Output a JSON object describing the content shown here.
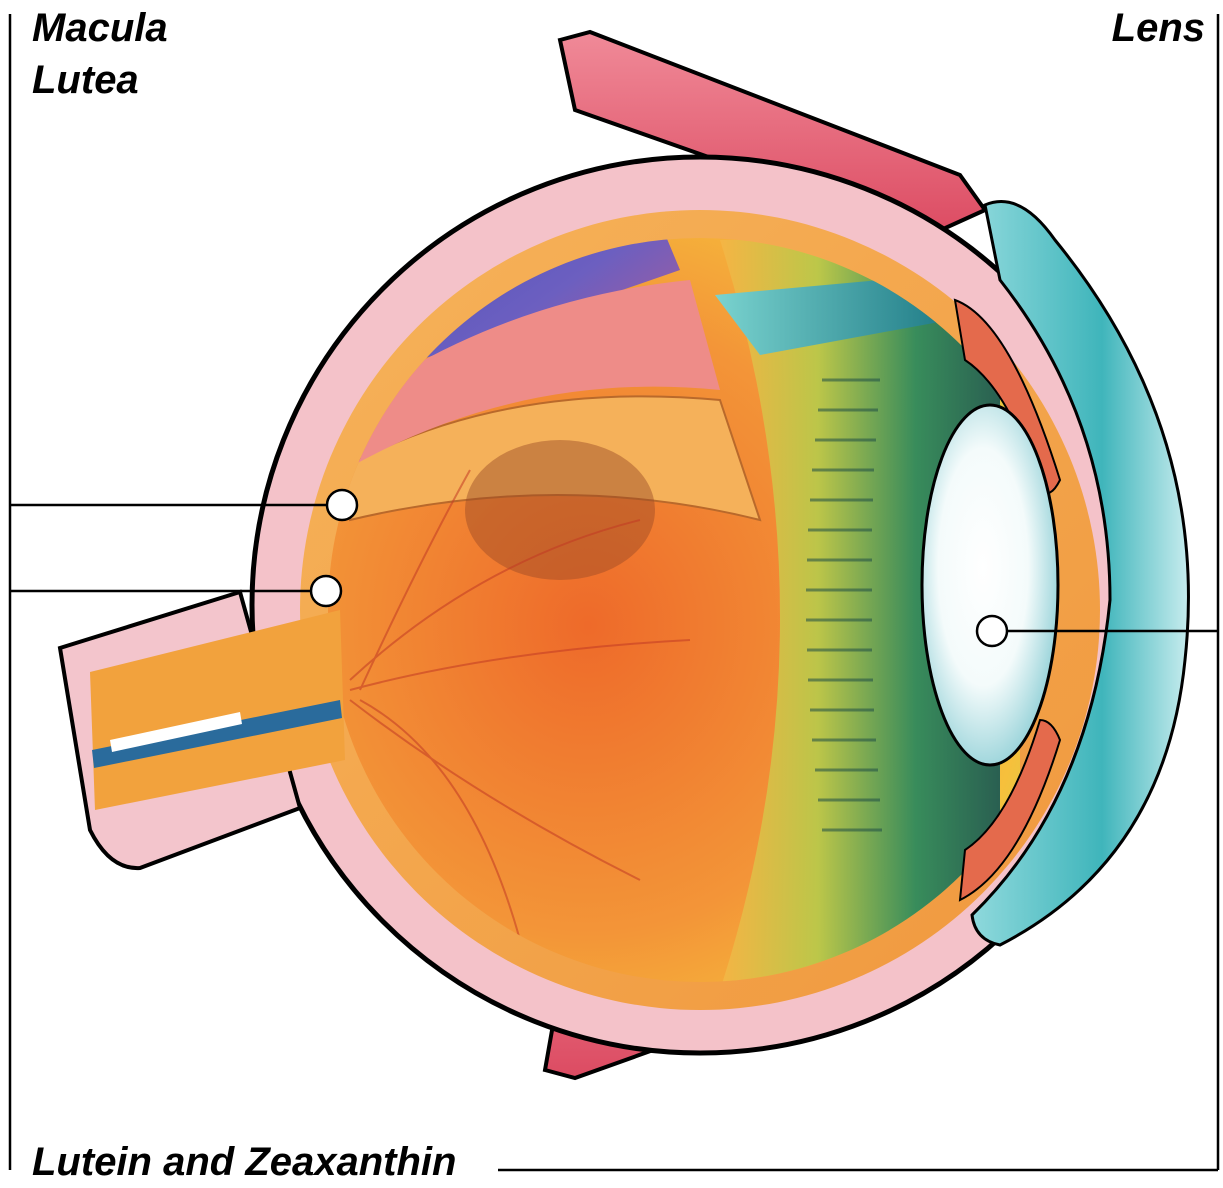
{
  "labels": {
    "macula_line1": "Macula",
    "macula_line2": "Lutea",
    "lens": "Lens",
    "bottom": "Lutein and Zeaxanthin"
  },
  "colors": {
    "sclera": "#f2bcc4",
    "outline": "#000000",
    "retina_orange": "#f07a2a",
    "retina_yellow": "#f5b73a",
    "choroid_orange": "#f4a857",
    "vitreous_green": "#2f8a5a",
    "lens_cyan": "#8fd6dd",
    "cornea_cyan": "#4fc1c5",
    "muscle_red": "#e8556a",
    "iris_red": "#e2603f",
    "blue_region": "#4a5cc0",
    "nerve_orange": "#f2a23d"
  }
}
